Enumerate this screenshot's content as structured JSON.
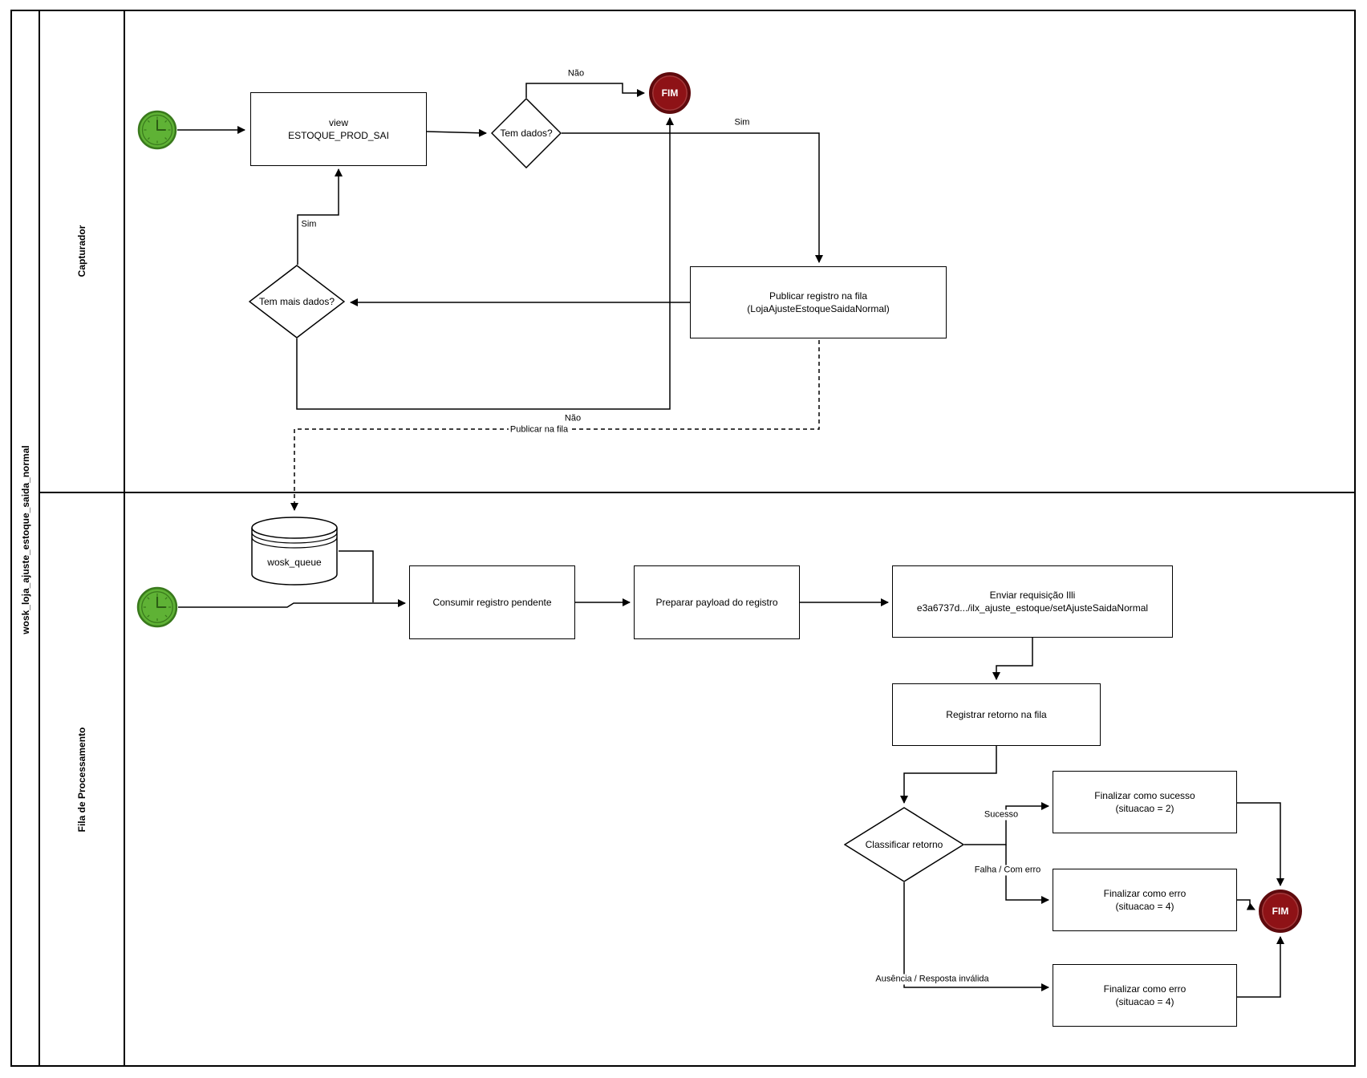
{
  "pool": {
    "title": "wosk_loja_ajuste_estoque_saida_normal",
    "lanes": [
      {
        "label": "Capturador"
      },
      {
        "label": "Fila de Processamento"
      }
    ]
  },
  "capturador": {
    "view_task": {
      "line1": "view",
      "line2": "ESTOQUE_PROD_SAI"
    },
    "tem_dados_gateway": "Tem dados?",
    "publicar_task": {
      "line1": "Publicar registro na fila",
      "line2": "(LojaAjusteEstoqueSaidaNormal)"
    },
    "tem_mais_dados_gateway": "Tem mais dados?",
    "fim_label": "FIM",
    "labels": {
      "nao_top": "Não",
      "sim_right": "Sim",
      "sim_loop": "Sim",
      "nao_bottom": "Não",
      "publicar_na_fila": "Publicar na fila"
    }
  },
  "fila": {
    "queue_label": "wosk_queue",
    "consumir_task": "Consumir registro pendente",
    "preparar_task": "Preparar payload do registro",
    "enviar_task": {
      "line1": "Enviar requisição Illi",
      "line2": "e3a6737d.../ilx_ajuste_estoque/setAjusteSaidaNormal"
    },
    "registrar_task": "Registrar retorno na fila",
    "classificar_gateway": "Classificar retorno",
    "sucesso_task": {
      "line1": "Finalizar como sucesso",
      "line2": "(situacao = 2)"
    },
    "erro_task_1": {
      "line1": "Finalizar como erro",
      "line2": "(situacao = 4)"
    },
    "erro_task_2": {
      "line1": "Finalizar como erro",
      "line2": "(situacao = 4)"
    },
    "fim_label": "FIM",
    "labels": {
      "sucesso": "Sucesso",
      "falha": "Falha / Com erro",
      "ausencia": "Ausência / Resposta inválida"
    }
  },
  "colors": {
    "timer_fill": "#5fb235",
    "timer_stroke": "#39791c",
    "end_fill": "#8e1216",
    "end_stroke": "#5e0a0d",
    "line": "#000000"
  }
}
